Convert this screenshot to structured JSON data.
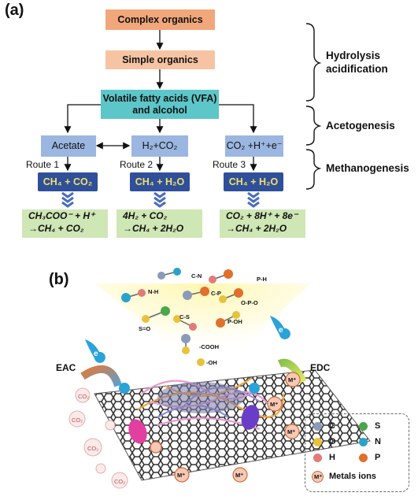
{
  "panel_a": {
    "label": "(a)",
    "boxes": {
      "complex": "Complex organics",
      "simple": "Simple organics",
      "vfa_line1": "Volatile fatty acids (VFA)",
      "vfa_line2": "and alcohol",
      "acetate": "Acetate",
      "h2co2": "H₂+CO₂",
      "co2h": "CO₂ +H⁺+e⁻",
      "prod1": "CH₄ + CO₂",
      "prod2": "CH₄ + H₂O",
      "prod3": "CH₄ + H₂O"
    },
    "routes": [
      "Route 1",
      "Route 2",
      "Route 3"
    ],
    "reactions": [
      {
        "line1": "CH₃COO⁻ + H⁺",
        "line2": "→CH₄ + CO₂"
      },
      {
        "line1": "4H₂ + CO₂",
        "line2": "→CH₄ + 2H₂O"
      },
      {
        "line1": "CO₂ + 8H⁺ + 8e⁻",
        "line2": "→CH₄ + 2H₂O"
      }
    ],
    "stages": {
      "hydrolysis_1": "Hydrolysis",
      "hydrolysis_2": "acidification",
      "acetogenesis": "Acetogenesis",
      "methanogenesis": "Methanogenesis"
    }
  },
  "panel_b": {
    "label": "(b)",
    "eac": "EAC",
    "edc": "EDC",
    "electron": "e",
    "bonds": [
      "C-N",
      "P-H",
      "N-H",
      "C-P",
      "O-P-O",
      "C-S",
      "P-OH",
      "S=O",
      "-COOH",
      "-OH"
    ],
    "co2_label": "CO₂",
    "metal_label": "M⁺",
    "legend": {
      "c": "C",
      "s": "S",
      "o": "O",
      "n": "N",
      "h": "H",
      "p": "P",
      "metals": "Metals ions",
      "metal_symbol": "M⁺"
    },
    "colors": {
      "carbon": "#8a9bb8",
      "sulfur": "#4aa64a",
      "oxygen": "#e8c23a",
      "nitrogen": "#2aa3c9",
      "hydrogen": "#e27a7a",
      "phosphorus": "#e0702a"
    }
  }
}
